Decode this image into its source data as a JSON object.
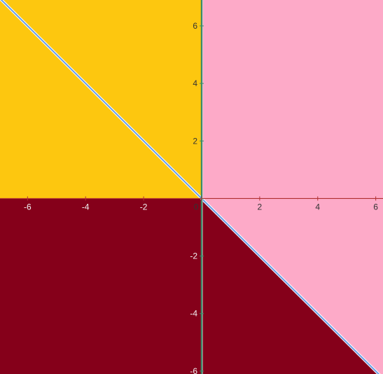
{
  "chart_data": {
    "type": "area",
    "title": "",
    "xlabel": "",
    "ylabel": "",
    "xlim": [
      -6.95,
      6.25
    ],
    "ylim": [
      -6.1,
      6.9
    ],
    "grid": false,
    "x_ticks": [
      -6,
      -4,
      -2,
      0,
      2,
      4,
      6
    ],
    "y_ticks": [
      -6,
      -4,
      -2,
      2,
      4,
      6
    ],
    "x_tick_labels": [
      "-6",
      "-4",
      "-2",
      "0",
      "2",
      "4",
      "6"
    ],
    "y_tick_labels": [
      "-6",
      "-4",
      "-2",
      "2",
      "4",
      "6"
    ],
    "regions": [
      {
        "quadrant": "upper-left",
        "color": "#fdc70f"
      },
      {
        "quadrant": "upper-right",
        "color": "#fdaac8"
      },
      {
        "quadrant": "lower-left",
        "color": "#85001a"
      },
      {
        "quadrant": "lower-right-below-line",
        "color": "#85001a"
      },
      {
        "quadrant": "lower-right-above-line",
        "color": "#fdaac8"
      }
    ],
    "lines": [
      {
        "equation": "y = -x",
        "color": "#6b9ee8"
      },
      {
        "equation": "x = 0",
        "color": "#3d8a6a"
      }
    ],
    "colors": {
      "x_axis": "#b03030",
      "y_axis": "#3d8a6a",
      "tick_text": "#333333"
    }
  }
}
